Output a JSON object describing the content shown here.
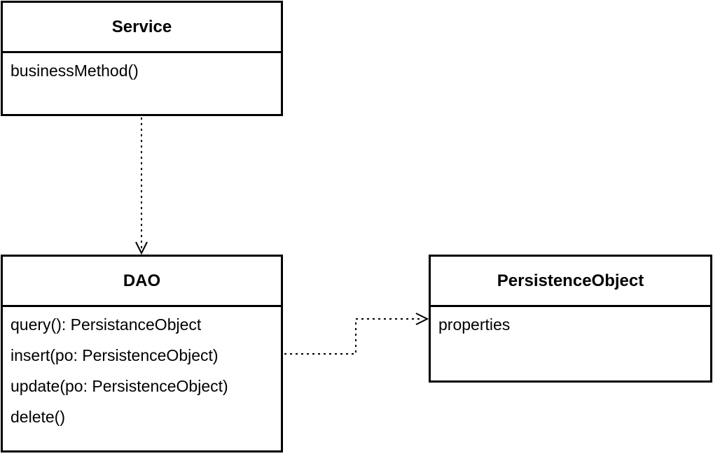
{
  "classes": {
    "service": {
      "name": "Service",
      "members": [
        "businessMethod()"
      ]
    },
    "dao": {
      "name": "DAO",
      "members": [
        "query(): PersistanceObject",
        "insert(po: PersistenceObject)",
        "update(po: PersistenceObject)",
        "delete()"
      ]
    },
    "persistence_object": {
      "name": "PersistenceObject",
      "members": [
        "properties"
      ]
    }
  },
  "relations": [
    {
      "from": "Service",
      "to": "DAO",
      "kind": "dependency",
      "line_style": "dotted",
      "arrow": "open"
    },
    {
      "from": "DAO",
      "to": "PersistenceObject",
      "kind": "dependency",
      "line_style": "dotted",
      "arrow": "open"
    }
  ],
  "colors": {
    "line": "#000000",
    "background": "#ffffff"
  }
}
